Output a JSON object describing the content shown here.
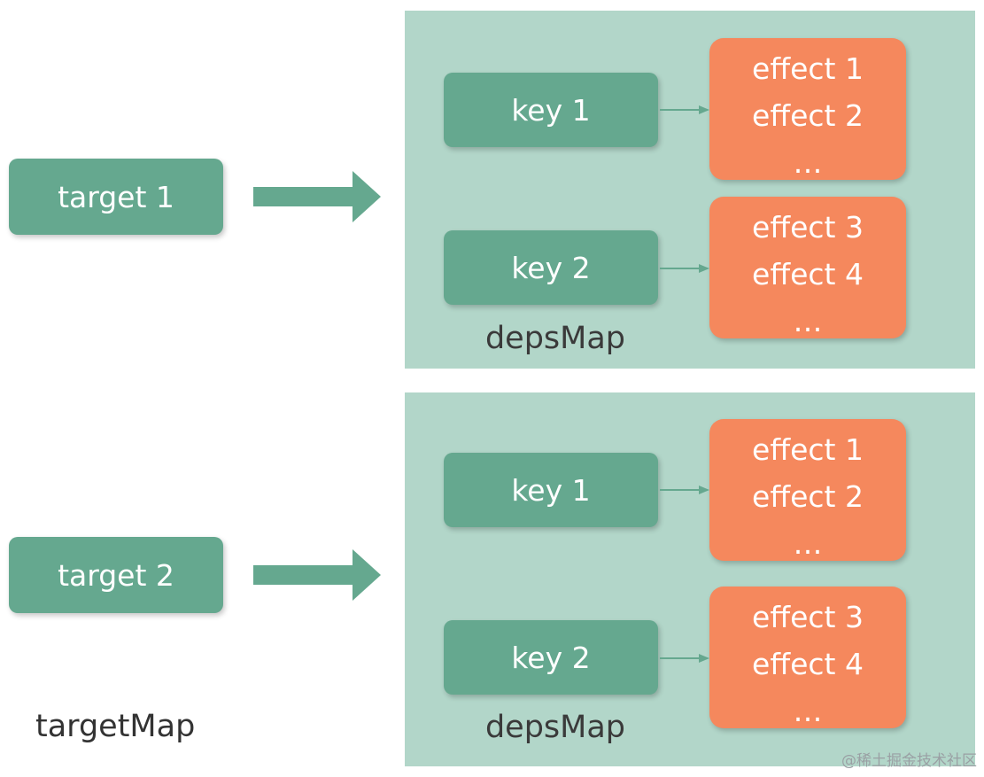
{
  "colors": {
    "panel": "#b2d6c9",
    "key_box": "#65a88f",
    "effect_box": "#f5885d",
    "arrow": "#65a88f"
  },
  "targets": [
    {
      "label": "target 1"
    },
    {
      "label": "target 2"
    }
  ],
  "deps_maps": [
    {
      "label": "depsMap",
      "keys": [
        {
          "label": "key 1",
          "effects": [
            "effect 1",
            "effect 2",
            "…"
          ]
        },
        {
          "label": "key 2",
          "effects": [
            "effect 3",
            "effect 4",
            "…"
          ]
        }
      ]
    },
    {
      "label": "depsMap",
      "keys": [
        {
          "label": "key 1",
          "effects": [
            "effect 1",
            "effect 2",
            "…"
          ]
        },
        {
          "label": "key 2",
          "effects": [
            "effect 3",
            "effect 4",
            "…"
          ]
        }
      ]
    }
  ],
  "target_map_label": "targetMap",
  "watermark": "@稀土掘金技术社区"
}
